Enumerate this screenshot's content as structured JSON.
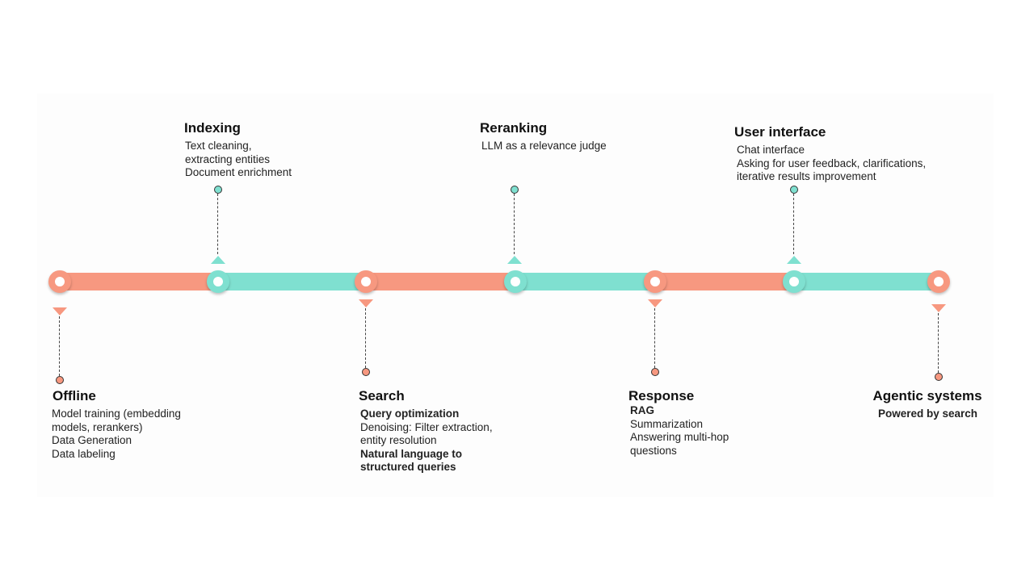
{
  "colors": {
    "offline_online": "#F79880",
    "accent": "#7FE0D0"
  },
  "stages": {
    "offline": {
      "title": "Offline",
      "lines": [
        "Model training (embedding",
        "models, rerankers)",
        "Data Generation",
        "Data labeling"
      ]
    },
    "indexing": {
      "title": "Indexing",
      "lines": [
        "Text cleaning,",
        "extracting entities",
        "Document enrichment"
      ]
    },
    "search": {
      "title": "Search",
      "lines": [
        "Query optimization",
        "Denoising: Filter extraction,",
        "entity resolution",
        "Natural language to",
        "structured queries"
      ]
    },
    "reranking": {
      "title": "Reranking",
      "lines": [
        "LLM as a relevance judge"
      ]
    },
    "response": {
      "title": "Response",
      "lines": [
        "RAG",
        "Summarization",
        "Answering multi-hop",
        "questions"
      ]
    },
    "user_interface": {
      "title": "User interface",
      "lines": [
        "Chat interface",
        "Asking for user feedback, clarifications,",
        "iterative results improvement"
      ]
    },
    "agentic": {
      "title": "Agentic systems",
      "lines": [
        "Powered by search"
      ]
    }
  }
}
